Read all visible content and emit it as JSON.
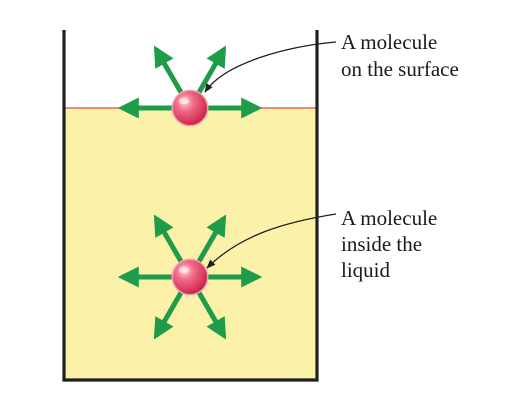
{
  "diagram": {
    "molecules": [
      {
        "id": "surface",
        "label_lines": [
          "A molecule",
          "on the surface"
        ],
        "arrow_directions_deg": [
          180,
          0,
          120,
          60
        ]
      },
      {
        "id": "inside",
        "label_lines": [
          "A molecule",
          "inside the",
          "liquid"
        ],
        "arrow_directions_deg": [
          0,
          60,
          120,
          180,
          240,
          300
        ]
      }
    ],
    "colors": {
      "liquid": "#fbf1a8",
      "surface_line": "#e26a5c",
      "container": "#1f1f1f",
      "force_arrow": "#1e9c4a",
      "molecule": "#e8385a",
      "molecule_rim": "#f2a3b4",
      "leader_line": "#1f1f1f"
    }
  }
}
